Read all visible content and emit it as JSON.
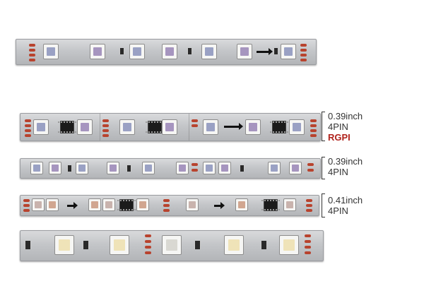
{
  "specs": [
    {
      "width": "0.39inch",
      "pins": "4PIN",
      "chip": "RGPI"
    },
    {
      "width": "0.39inch",
      "pins": "4PIN"
    },
    {
      "width": "0.41inch",
      "pins": "4PIN"
    }
  ],
  "colors": {
    "accent": "#b0221c",
    "pad": "#b8432e",
    "strip": "#c4c6c9"
  },
  "icons": [
    "led-5050-icon",
    "ic-chip-icon",
    "direction-arrow-icon",
    "solder-pad-icon"
  ]
}
